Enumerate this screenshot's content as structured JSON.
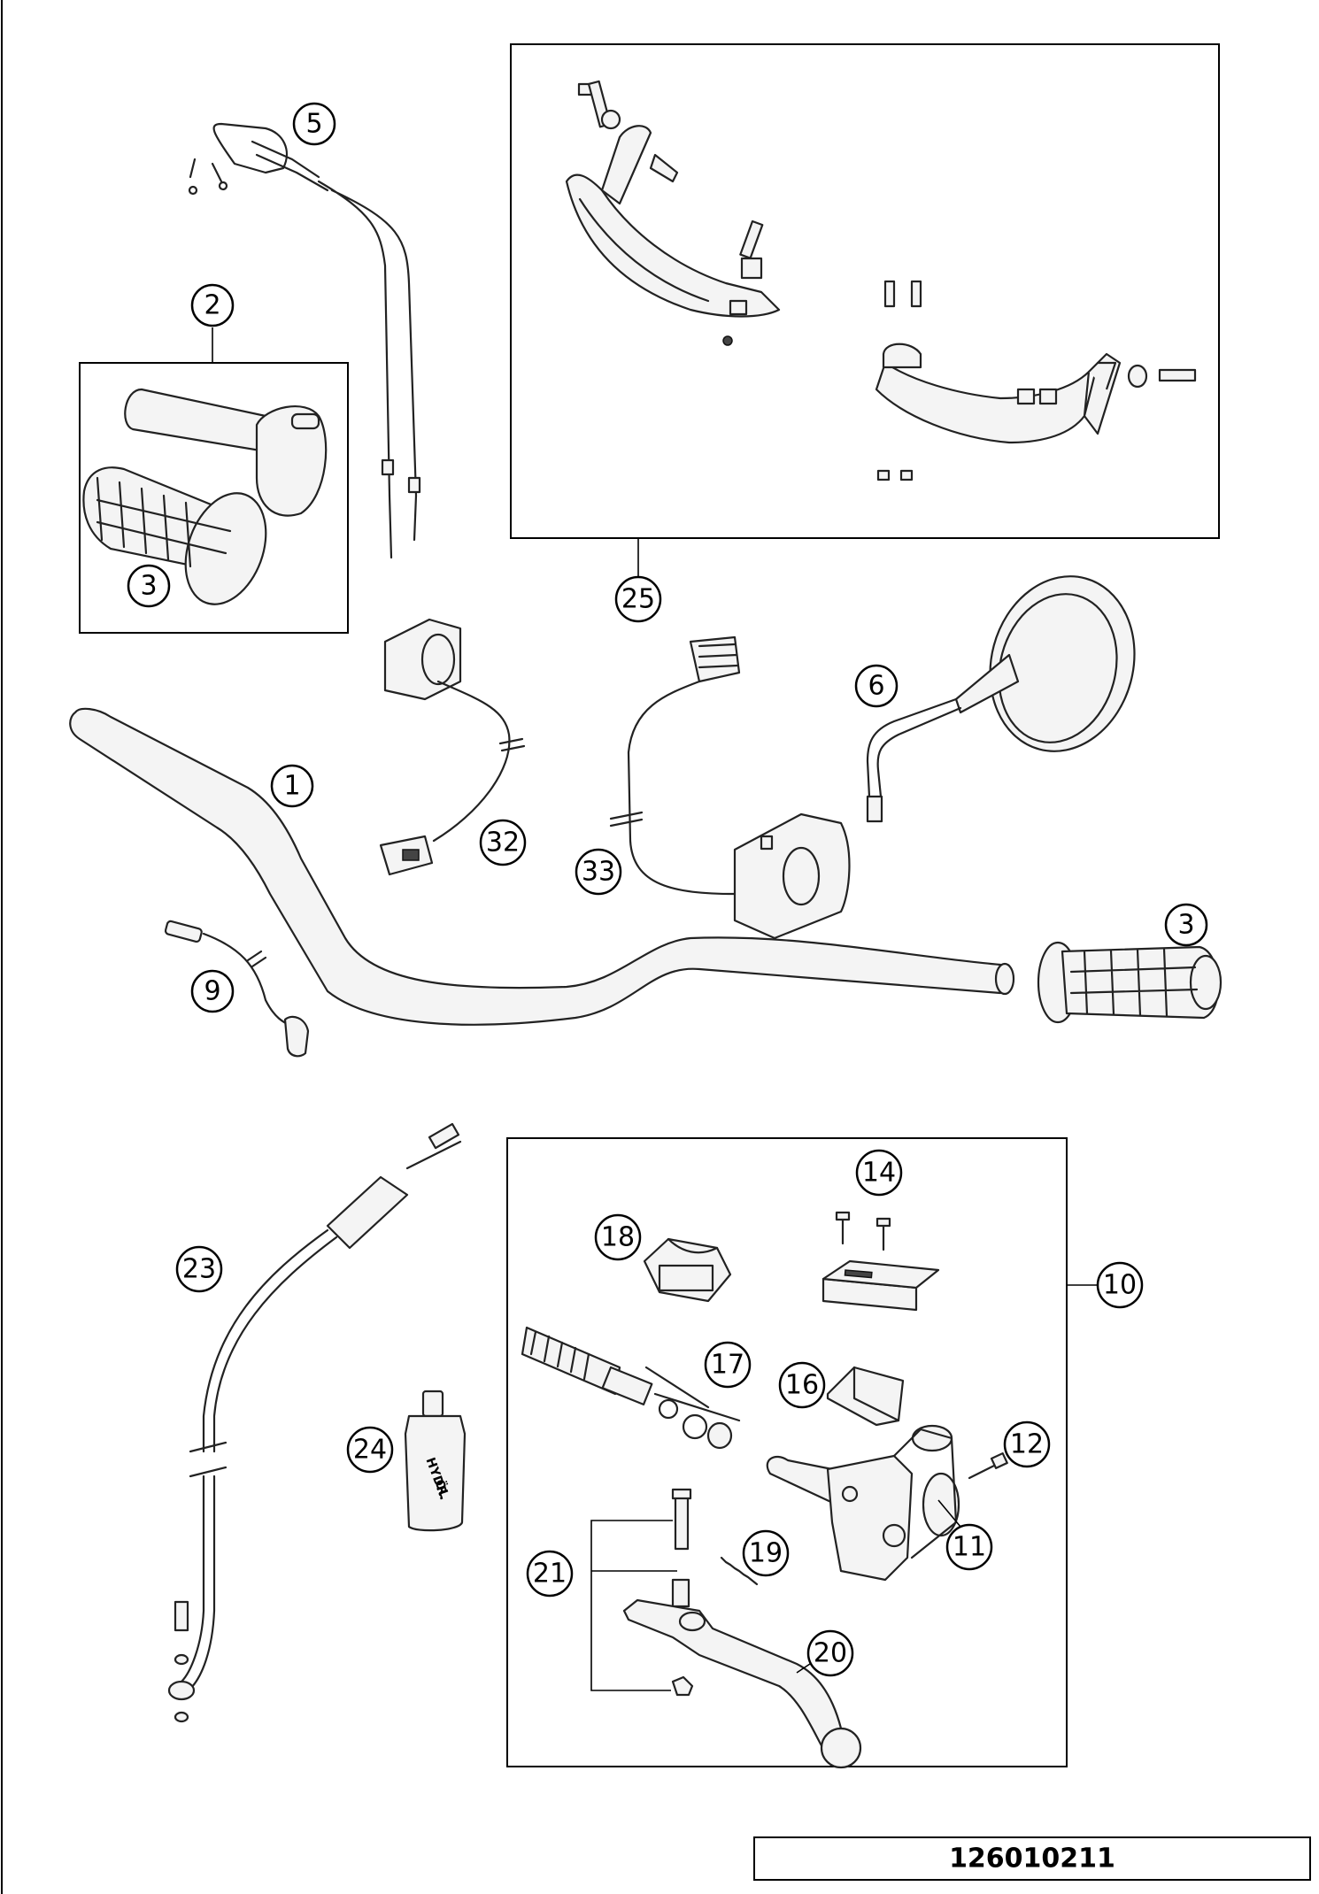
{
  "callouts": {
    "c1": "1",
    "c2": "2",
    "c3a": "3",
    "c3b": "3",
    "c5": "5",
    "c6": "6",
    "c9": "9",
    "c10": "10",
    "c11": "11",
    "c12": "12",
    "c14": "14",
    "c16": "16",
    "c17": "17",
    "c18": "18",
    "c19": "19",
    "c20": "20",
    "c21": "21",
    "c23": "23",
    "c24": "24",
    "c25": "25",
    "c32": "32",
    "c33": "33"
  },
  "bottle_label": {
    "line1": "HYDR.",
    "line2": "ÖL"
  },
  "drawing_number": "126010211"
}
